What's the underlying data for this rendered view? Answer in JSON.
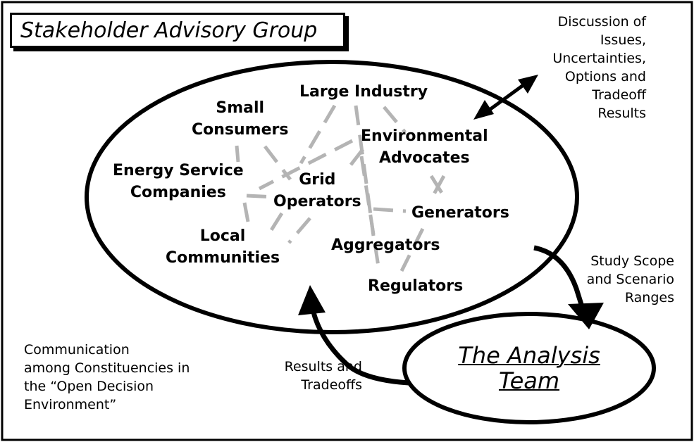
{
  "title": "Stakeholder Advisory Group",
  "stakeholders": {
    "large_industry": "Large Industry",
    "small_consumers_1": "Small",
    "small_consumers_2": "Consumers",
    "environmental_1": "Environmental",
    "environmental_2": "Advocates",
    "energy_service_1": "Energy Service",
    "energy_service_2": "Companies",
    "grid_1": "Grid",
    "grid_2": "Operators",
    "generators": "Generators",
    "local_1": "Local",
    "local_2": "Communities",
    "aggregators": "Aggregators",
    "regulators": "Regulators"
  },
  "notes": {
    "discussion": [
      "Discussion of",
      "Issues,",
      "Uncertainties,",
      "Options and",
      "Tradeoff",
      "Results"
    ],
    "study_scope": [
      "Study Scope",
      "and Scenario",
      "Ranges"
    ],
    "results": [
      "Results and",
      "Tradeoffs"
    ],
    "communication": [
      "Communication",
      "among Constituencies in",
      "the “Open Decision",
      "Environment”"
    ]
  },
  "team": {
    "line1": "The  Analysis",
    "line2": "Team"
  },
  "colors": {
    "ink": "#000000",
    "link_gray": "#b4b4b4",
    "background": "#ffffff"
  }
}
